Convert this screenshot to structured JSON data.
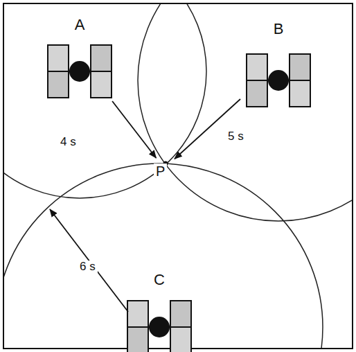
{
  "diagram": {
    "nodes": [
      {
        "text": [
          "A"
        ]
      },
      {
        "text": [
          "B"
        ]
      },
      {
        "text": [
          "P"
        ]
      },
      {
        "text": [
          "C"
        ]
      }
    ],
    "edges": [
      {
        "from": 0,
        "to": 2,
        "label": "4 s",
        "arrow": "to"
      },
      {
        "from": 1,
        "to": 2,
        "label": "5 s",
        "arrow": "to"
      }
    ],
    "labels": [
      "6 s"
    ]
  }
}
